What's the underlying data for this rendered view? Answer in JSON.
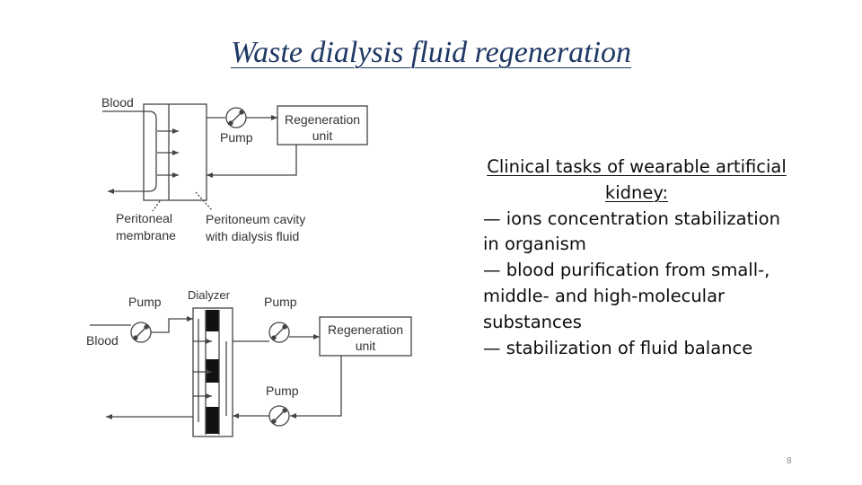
{
  "title": "Waste dialysis fluid regeneration",
  "diagram_top": {
    "blood_label": "Blood",
    "pump_label": "Pump",
    "regen_line1": "Regeneration",
    "regen_line2": "unit",
    "membrane_line1": "Peritoneal",
    "membrane_line2": "membrane",
    "cavity_line1": "Peritoneum cavity",
    "cavity_line2": "with dialysis fluid"
  },
  "diagram_bottom": {
    "pump_left_label": "Pump",
    "dialyzer_label": "Dialyzer",
    "pump_top_label": "Pump",
    "regen_line1": "Regeneration",
    "regen_line2": "unit",
    "blood_label": "Blood",
    "pump_bottom_label": "Pump"
  },
  "tasks": {
    "heading": "Clinical tasks of wearable artificial kidney:",
    "items": [
      "— ions concentration stabilization in organism",
      "— blood purification from small-, middle- and high-molecular substances",
      "— stabilization of fluid balance"
    ]
  },
  "page_number": "8",
  "colors": {
    "title": "#1f3864",
    "text": "#0d0d0d",
    "diagram_line": "#444444",
    "page_number": "#8c8c8c"
  }
}
